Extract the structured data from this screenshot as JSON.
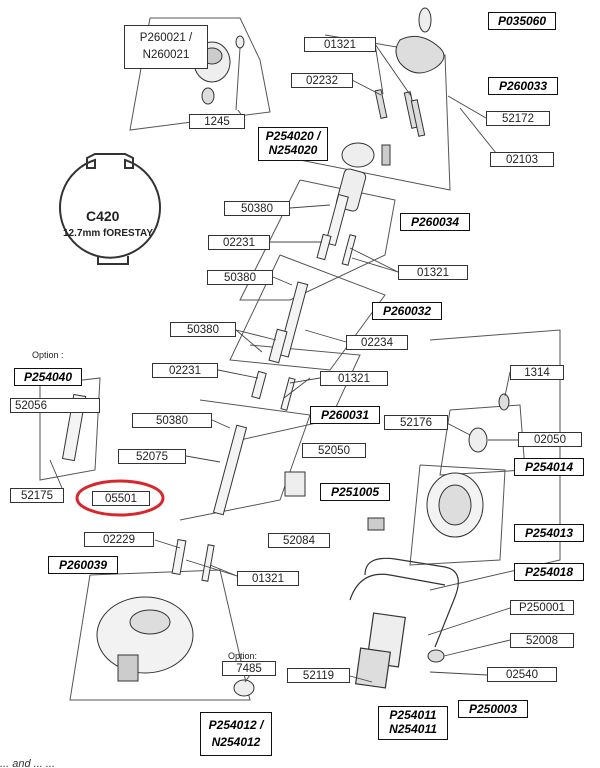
{
  "diagram": {
    "plain_labels": {
      "p260021_label": "P260021 /\nN260021",
      "l_01321_top": "01321",
      "l_02232": "02232",
      "l_52172": "52172",
      "l_1245": "1245",
      "l_02103": "02103",
      "l_50380_a": "50380",
      "l_02231_a": "02231",
      "l_01321_b": "01321",
      "l_50380_b": "50380",
      "l_50380_c": "50380",
      "l_02234": "02234",
      "l_02231_b": "02231",
      "l_01321_c": "01321",
      "l_52056": "52056",
      "l_50380_d": "50380",
      "l_1314": "1314",
      "l_52176": "52176",
      "l_02050": "02050",
      "l_52075": "52075",
      "l_52050": "52050",
      "l_52175": "52175",
      "l_05501": "05501",
      "l_02229": "02229",
      "l_52084": "52084",
      "l_01321_d": "01321",
      "l_p250001": "P250001",
      "l_52008": "52008",
      "l_7485": "7485",
      "l_52119": "52119",
      "l_02540": "02540"
    },
    "part_codes": {
      "c_p035060": "P035060",
      "c_p260033": "P260033",
      "c_p254020": "P254020 /\nN254020",
      "c_p260034": "P260034",
      "c_p260032": "P260032",
      "c_p254040": "P254040",
      "c_p260031": "P260031",
      "c_p254014": "P254014",
      "c_p251005": "P251005",
      "c_p260039": "P260039",
      "c_p254013": "P254013",
      "c_p254018": "P254018",
      "c_p250003": "P250003",
      "c_p254011": "P254011\nN254011",
      "c_p254012": "P254012 /\nN254012"
    },
    "profile": {
      "name": "C420",
      "spec": "12.7mm fORESTAY"
    },
    "option_labels": {
      "option_left": "Option :",
      "option_bottom": "Option:"
    },
    "highlight_part": "05501",
    "highlight_color": "#d9262b",
    "footer_fragment": "... and ... ..."
  }
}
